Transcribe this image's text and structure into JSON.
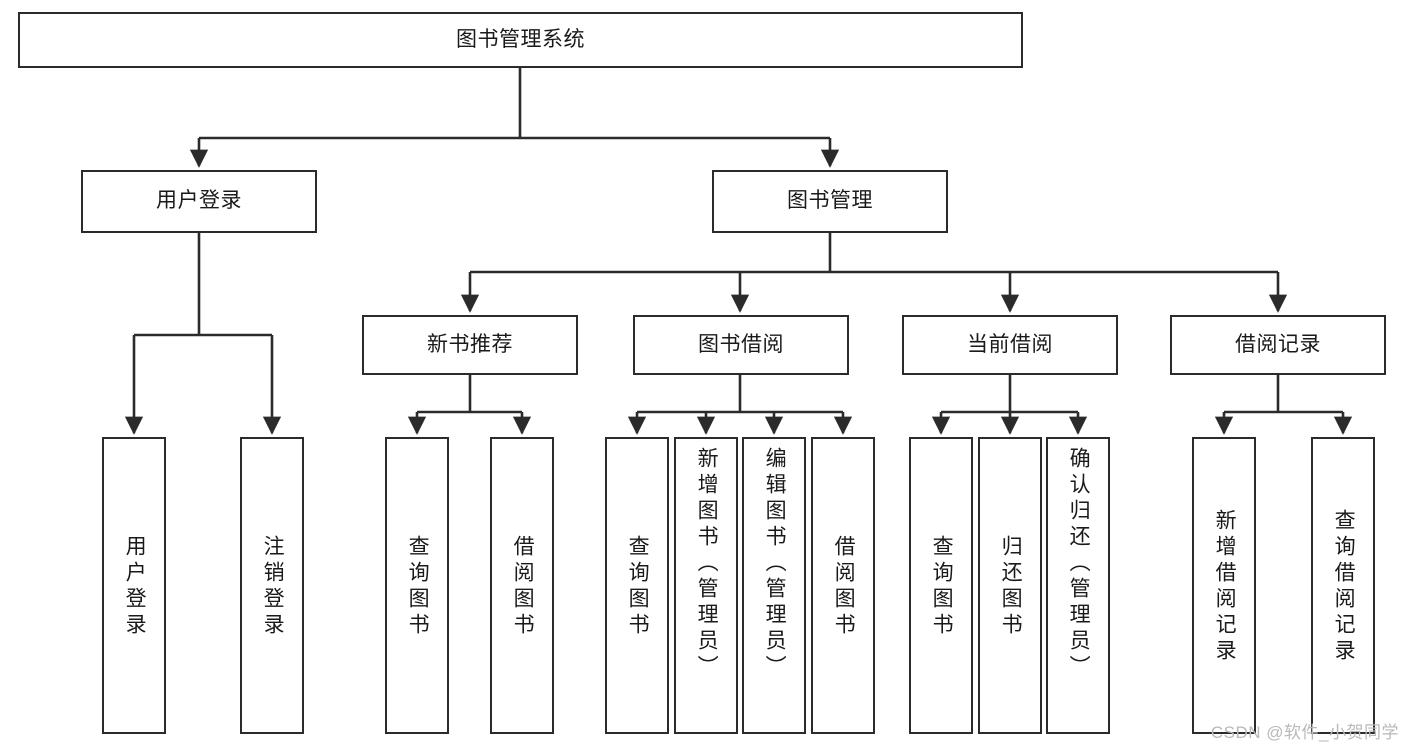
{
  "diagram": {
    "type": "tree-hierarchy",
    "title": "图书管理系统",
    "watermark": "CSDN @软件_小贺同学",
    "colors": {
      "stroke": "#2b2b2b",
      "fill": "#ffffff",
      "text": "#1a1a1a",
      "watermark": "#b9b9b9"
    },
    "nodes": {
      "root": {
        "label": "图书管理系统",
        "level": 1,
        "orientation": "horizontal"
      },
      "l2": [
        {
          "id": "user-login",
          "label": "用户登录",
          "level": 2,
          "orientation": "horizontal"
        },
        {
          "id": "book-manage",
          "label": "图书管理",
          "level": 2,
          "orientation": "horizontal"
        }
      ],
      "l3": [
        {
          "id": "new-book-recommend",
          "label": "新书推荐",
          "level": 3,
          "orientation": "horizontal"
        },
        {
          "id": "book-borrow",
          "label": "图书借阅",
          "level": 3,
          "orientation": "horizontal"
        },
        {
          "id": "current-borrow",
          "label": "当前借阅",
          "level": 3,
          "orientation": "horizontal"
        },
        {
          "id": "borrow-record",
          "label": "借阅记录",
          "level": 3,
          "orientation": "horizontal"
        }
      ],
      "leaves": {
        "user_login": [
          {
            "id": "leaf-user-login",
            "label": "用户登录"
          },
          {
            "id": "leaf-logout-login",
            "label": "注销登录"
          }
        ],
        "new_book_recommend": [
          {
            "id": "leaf-query-book-1",
            "label": "查询图书"
          },
          {
            "id": "leaf-borrow-book-1",
            "label": "借阅图书"
          }
        ],
        "book_borrow": [
          {
            "id": "leaf-query-book-2",
            "label": "查询图书"
          },
          {
            "id": "leaf-add-book-admin",
            "label": "新增图书（管理员）"
          },
          {
            "id": "leaf-edit-book-admin",
            "label": "编辑图书（管理员）"
          },
          {
            "id": "leaf-borrow-book-2",
            "label": "借阅图书"
          }
        ],
        "current_borrow": [
          {
            "id": "leaf-query-book-3",
            "label": "查询图书"
          },
          {
            "id": "leaf-return-book",
            "label": "归还图书"
          },
          {
            "id": "leaf-confirm-return-admin",
            "label": "确认归还（管理员）"
          }
        ],
        "borrow_record": [
          {
            "id": "leaf-add-borrow-record",
            "label": "新增借阅记录"
          },
          {
            "id": "leaf-query-borrow-record",
            "label": "查询借阅记录"
          }
        ]
      }
    }
  }
}
